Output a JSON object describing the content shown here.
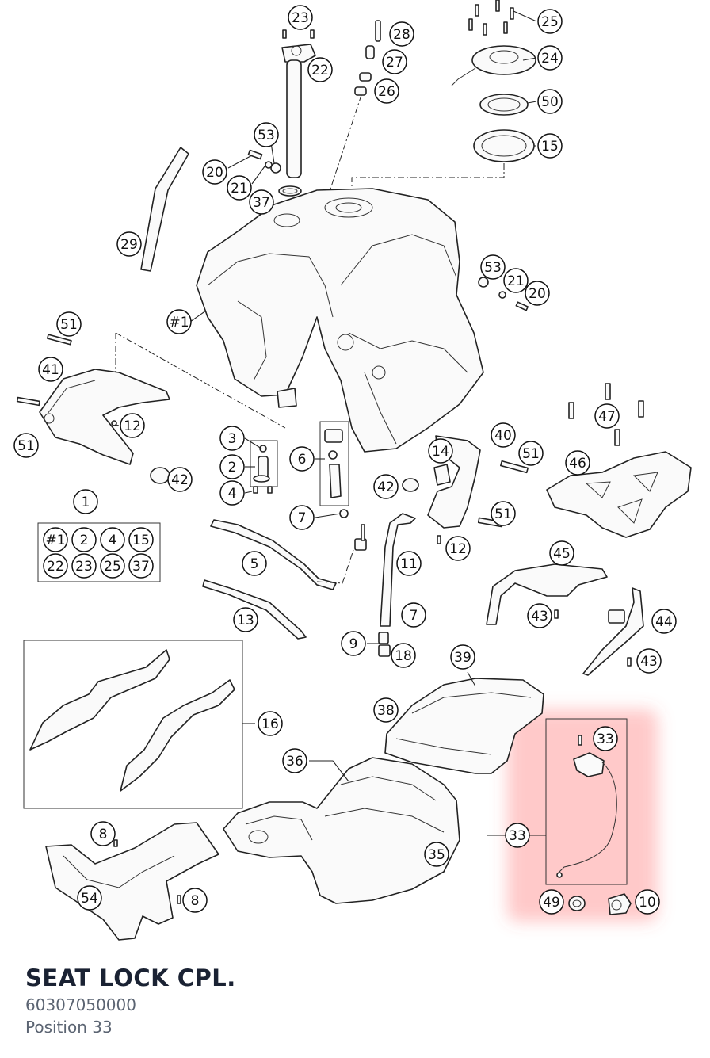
{
  "part": {
    "name": "SEAT LOCK CPL.",
    "number": "60307050000",
    "position": "Position 33"
  },
  "highlight_color": "#ff5a5a",
  "callouts": {
    "c23": "23",
    "c28": "28",
    "c25": "25",
    "c22": "22",
    "c27": "27",
    "c24": "24",
    "c26": "26",
    "c50": "50",
    "c15": "15",
    "c53a": "53",
    "c20a": "20",
    "c21a": "21",
    "c37a": "37",
    "c29": "29",
    "c53b": "53",
    "c21b": "21",
    "c20b": "20",
    "c51a": "51",
    "c_h1": "#1",
    "c41": "41",
    "c12a": "12",
    "c51b": "51",
    "c42a": "42",
    "c3": "3",
    "c2": "2",
    "c4": "4",
    "c6": "6",
    "c14": "14",
    "c40": "40",
    "c51c": "51",
    "c47": "47",
    "c46": "46",
    "c42b": "42",
    "c1": "1",
    "c7a": "7",
    "c51d": "51",
    "c12b": "12",
    "c5": "5",
    "c11": "11",
    "c45": "45",
    "c13": "13",
    "c7b": "7",
    "c43a": "43",
    "c44": "44",
    "c9": "9",
    "c18": "18",
    "c43b": "43",
    "c39": "39",
    "c16": "16",
    "c38": "38",
    "c33a": "33",
    "c36": "36",
    "c33b": "33",
    "c8a": "8",
    "c35": "35",
    "c54": "54",
    "c8b": "8",
    "c49": "49",
    "c10": "10"
  },
  "kit": {
    "row1": [
      "#1",
      "2",
      "4",
      "15"
    ],
    "row2": [
      "22",
      "23",
      "25",
      "37"
    ]
  }
}
